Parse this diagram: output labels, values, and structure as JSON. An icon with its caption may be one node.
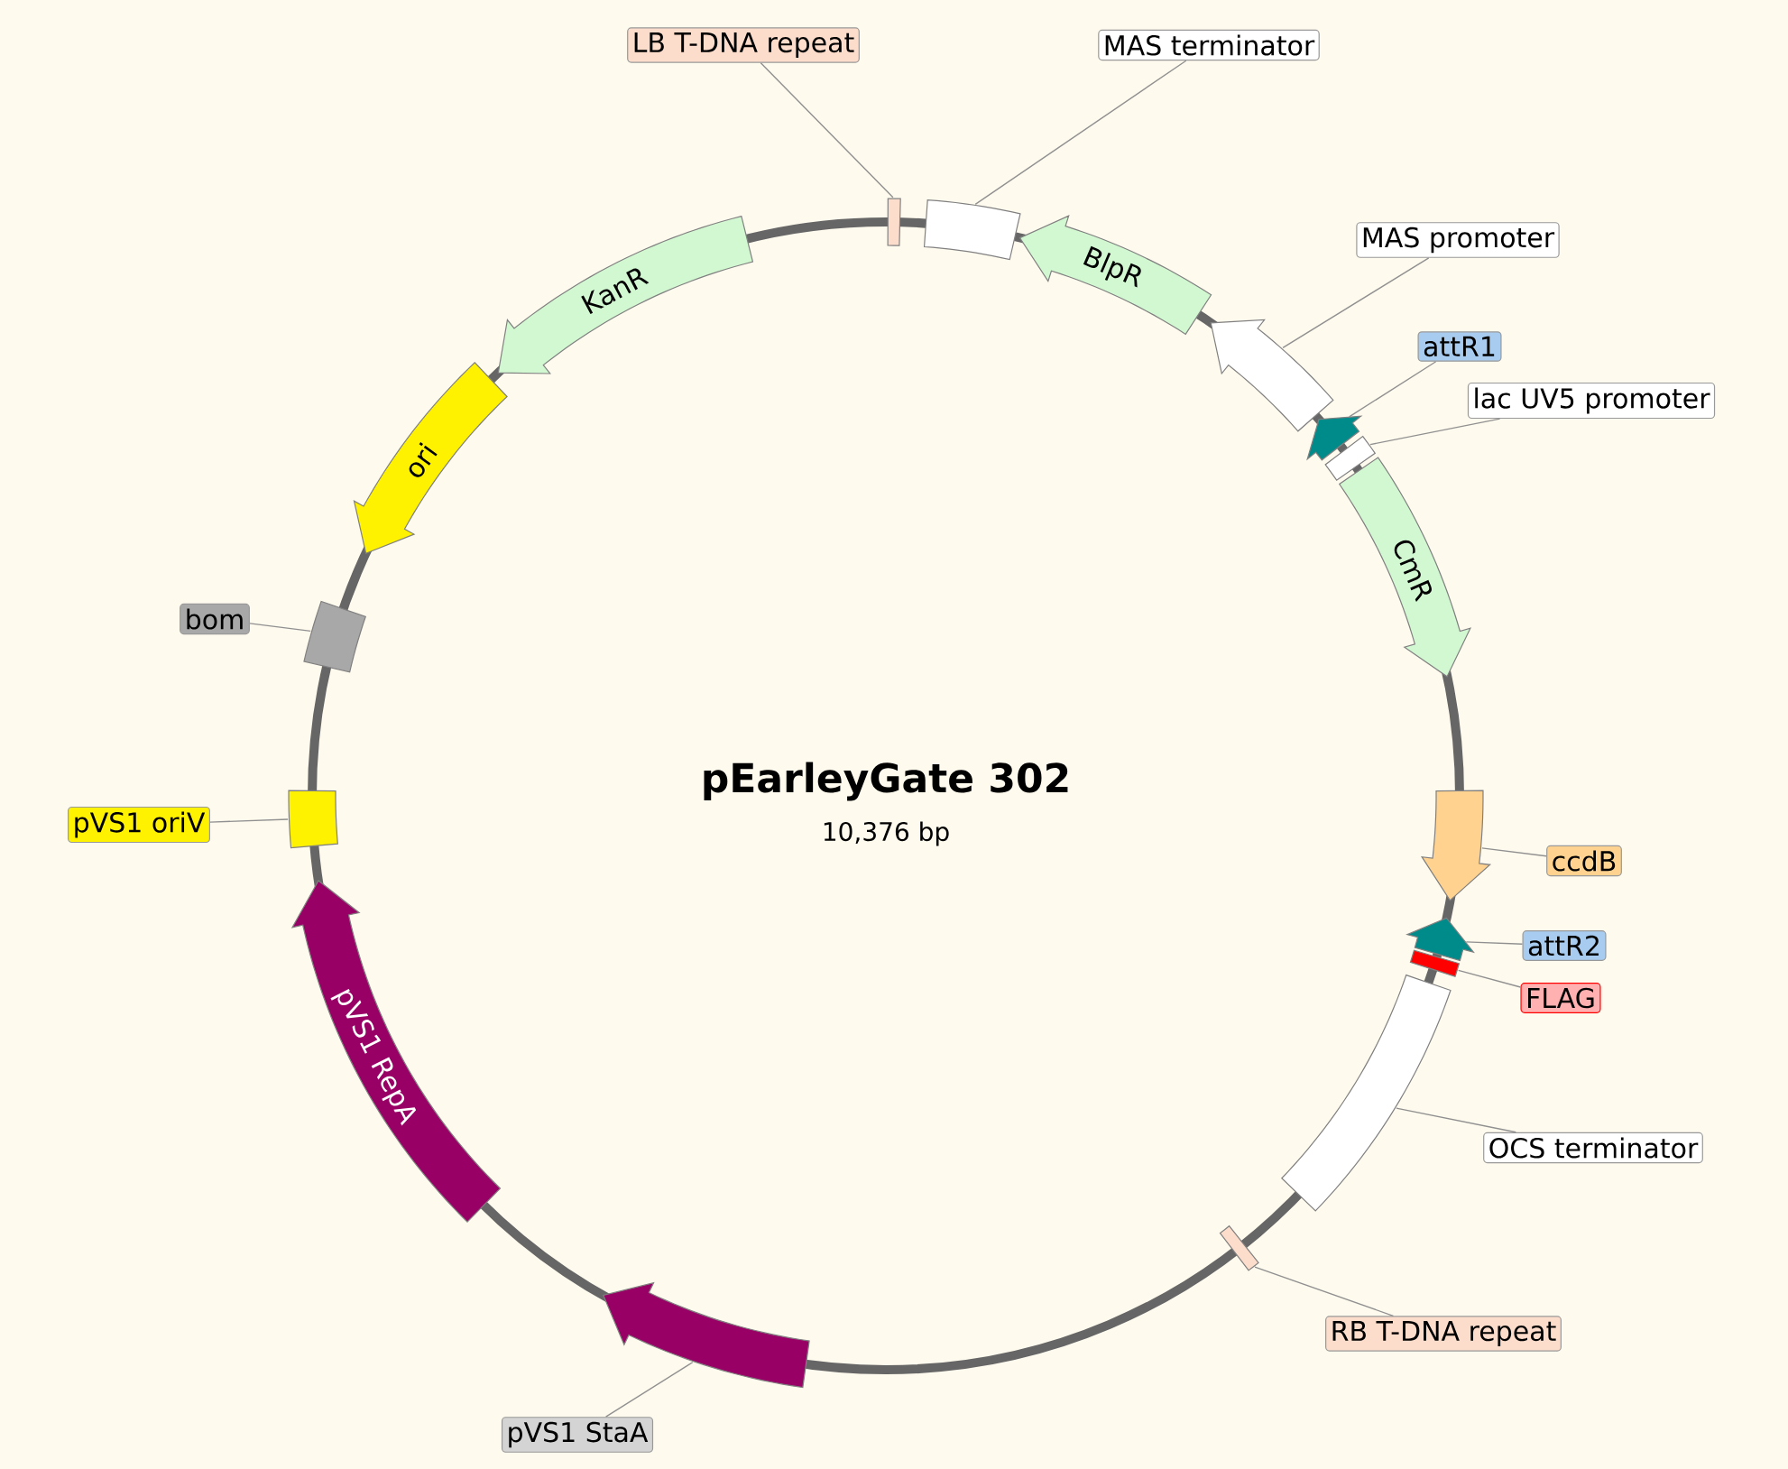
{
  "diagram": {
    "title": "pEarleyGate 302",
    "nodes": [
      {
        "text": [
          "LB T-DNA repeat"
        ]
      },
      {
        "text": [],
        "shape": "bar"
      },
      {
        "text": [
          "MAS terminator"
        ]
      },
      {
        "text": [],
        "shape": "box"
      },
      {
        "text": [
          "BlpR"
        ]
      },
      {
        "text": [
          "MAS promoter"
        ]
      },
      {
        "text": [],
        "shape": "arrow"
      },
      {
        "text": [
          "attR1"
        ]
      },
      {
        "text": [],
        "shape": "arrow"
      },
      {
        "text": [
          "lac UV5 promoter"
        ]
      },
      {
        "text": [],
        "shape": "box"
      },
      {
        "text": [
          "CmR"
        ]
      },
      {
        "text": [
          "ccdB"
        ]
      },
      {
        "text": [],
        "shape": "arrow"
      },
      {
        "text": [
          "attR2"
        ]
      },
      {
        "text": [],
        "shape": "arrow"
      },
      {
        "text": [
          "FLAG"
        ]
      },
      {
        "text": [],
        "shape": "bar"
      },
      {
        "text": [
          "OCS terminator"
        ]
      },
      {
        "text": [],
        "shape": "box"
      },
      {
        "text": [
          "RB T-DNA repeat"
        ]
      },
      {
        "text": [],
        "shape": "bar"
      },
      {
        "text": [
          "pVS1 StaA"
        ]
      },
      {
        "text": [],
        "shape": "arrow"
      },
      {
        "text": [
          "pVS1 RepA"
        ]
      },
      {
        "text": [
          "pVS1 oriV"
        ]
      },
      {
        "text": [],
        "shape": "box"
      },
      {
        "text": [
          "bom"
        ]
      },
      {
        "text": [],
        "shape": "box"
      },
      {
        "text": [
          "ori"
        ]
      },
      {
        "text": [
          "KanR"
        ]
      }
    ],
    "edges": [
      {
        "from": 0,
        "to": 1,
        "arrow": "none"
      },
      {
        "from": 2,
        "to": 3,
        "arrow": "none"
      },
      {
        "from": 5,
        "to": 6,
        "arrow": "none"
      },
      {
        "from": 7,
        "to": 8,
        "arrow": "none"
      },
      {
        "from": 9,
        "to": 10,
        "arrow": "none"
      },
      {
        "from": 12,
        "to": 13,
        "arrow": "none"
      },
      {
        "from": 14,
        "to": 15,
        "arrow": "none"
      },
      {
        "from": 16,
        "to": 17,
        "arrow": "none"
      },
      {
        "from": 18,
        "to": 19,
        "arrow": "none"
      },
      {
        "from": 20,
        "to": 21,
        "arrow": "none"
      },
      {
        "from": 22,
        "to": 23,
        "arrow": "none"
      },
      {
        "from": 25,
        "to": 26,
        "arrow": "none"
      },
      {
        "from": 27,
        "to": 28,
        "arrow": "none"
      }
    ],
    "labels": [
      "10,376 bp"
    ]
  }
}
